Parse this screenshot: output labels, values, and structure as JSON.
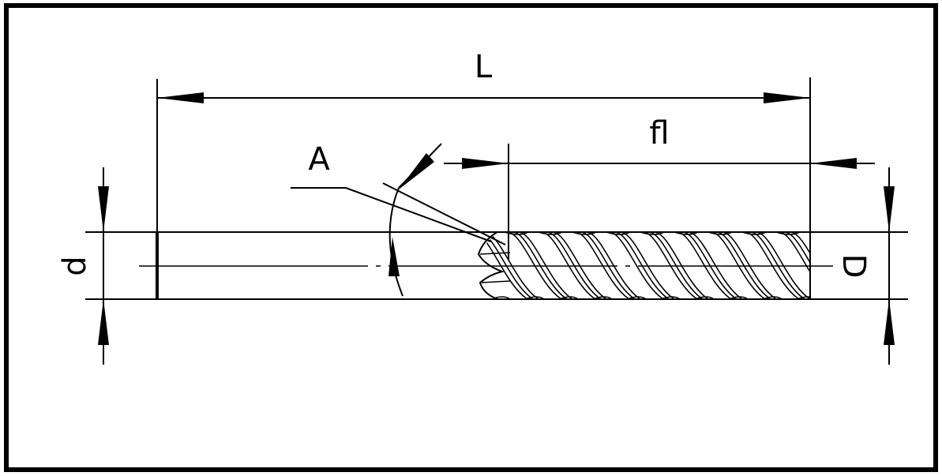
{
  "labels": {
    "overall_length": "L",
    "flute_length": "fl",
    "helix_angle": "A",
    "shank_diameter": "d",
    "cutting_diameter": "D"
  },
  "colors": {
    "line": "#000000",
    "background": "#ffffff"
  }
}
